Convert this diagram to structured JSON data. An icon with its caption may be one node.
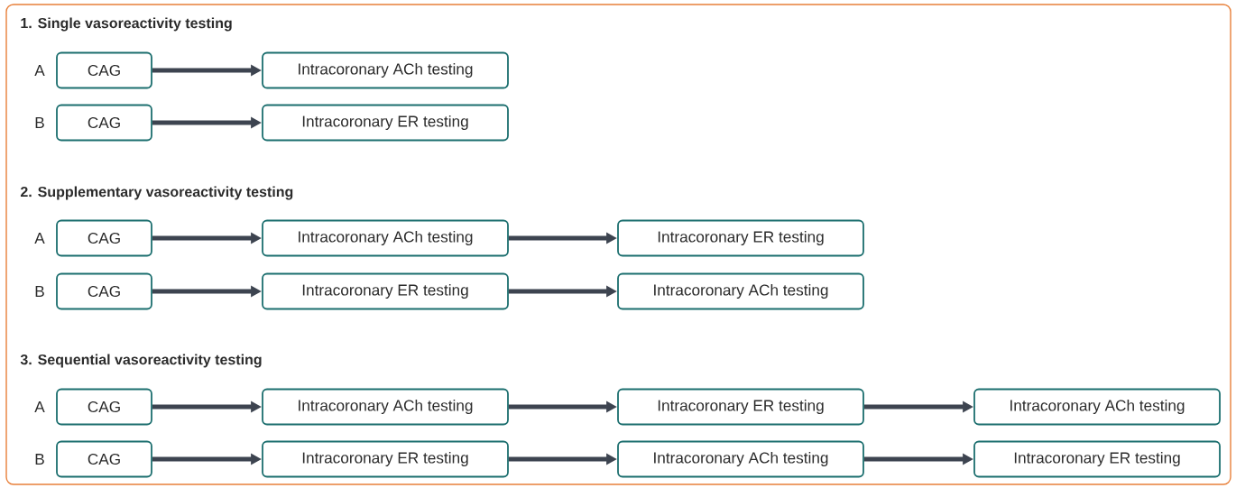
{
  "diagram": {
    "nodes": [
      {
        "text": [
          "CAG"
        ]
      },
      {
        "text": [
          "Intracoronary ACh testing"
        ]
      },
      {
        "text": [
          "CAG"
        ]
      },
      {
        "text": [
          "Intracoronary ER testing"
        ]
      },
      {
        "text": [
          "CAG"
        ]
      },
      {
        "text": [
          "Intracoronary ACh testing"
        ]
      },
      {
        "text": [
          "Intracoronary ER testing"
        ]
      },
      {
        "text": [
          "CAG"
        ]
      },
      {
        "text": [
          "Intracoronary ER testing"
        ]
      },
      {
        "text": [
          "Intracoronary ACh testing"
        ]
      },
      {
        "text": [
          "CAG"
        ]
      },
      {
        "text": [
          "Intracoronary ACh testing"
        ]
      },
      {
        "text": [
          "Intracoronary ER testing"
        ]
      },
      {
        "text": [
          "Intracoronary ACh testing"
        ]
      },
      {
        "text": [
          "CAG"
        ]
      },
      {
        "text": [
          "Intracoronary ER testing"
        ]
      },
      {
        "text": [
          "Intracoronary ACh testing"
        ]
      },
      {
        "text": [
          "Intracoronary ER testing"
        ]
      }
    ],
    "edges": [
      {
        "from": 0,
        "to": 1,
        "arrow": "to"
      },
      {
        "from": 2,
        "to": 3,
        "arrow": "to"
      },
      {
        "from": 4,
        "to": 5,
        "arrow": "to"
      },
      {
        "from": 5,
        "to": 6,
        "arrow": "to"
      },
      {
        "from": 7,
        "to": 8,
        "arrow": "to"
      },
      {
        "from": 8,
        "to": 9,
        "arrow": "to"
      },
      {
        "from": 10,
        "to": 11,
        "arrow": "to"
      },
      {
        "from": 11,
        "to": 12,
        "arrow": "to"
      },
      {
        "from": 12,
        "to": 13,
        "arrow": "to"
      },
      {
        "from": 14,
        "to": 15,
        "arrow": "to"
      },
      {
        "from": 15,
        "to": 16,
        "arrow": "to"
      },
      {
        "from": 16,
        "to": 17,
        "arrow": "to"
      }
    ],
    "labels": [
      "1. Single vasoreactivity testing",
      "A",
      "B",
      "2. Supplementary vasoreactivity testing",
      "A",
      "B",
      "3. Sequential vasoreactivity testing",
      "A",
      "B"
    ]
  }
}
